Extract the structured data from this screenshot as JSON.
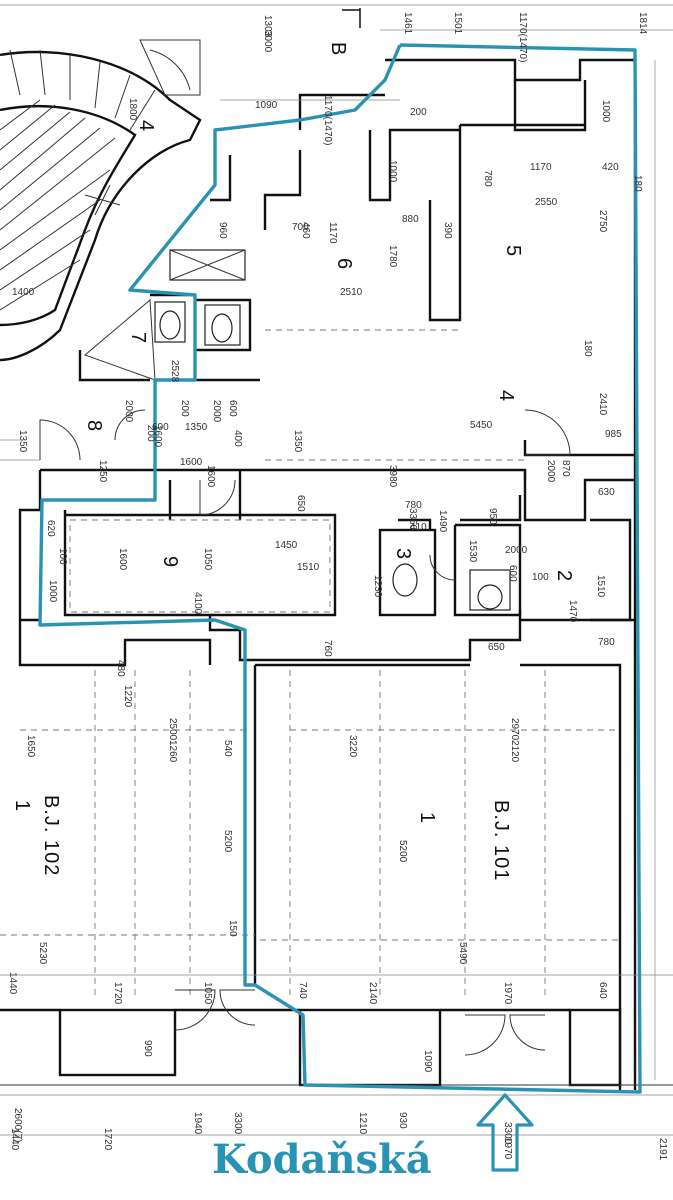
{
  "street_name": "Kodaňská",
  "section_marker": "B",
  "room_numbers": {
    "r1": "1",
    "r2": "2",
    "r3": "3",
    "r4": "4",
    "r5": "5",
    "r6": "6",
    "r7": "7",
    "r8": "8",
    "r9": "9",
    "r1_left": "1",
    "stair_4": "4"
  },
  "units": {
    "left": "B.J. 102",
    "right": "B.J. 101"
  },
  "dimensions": [
    "1814",
    "1170(1470)",
    "1501",
    "1461",
    "1000",
    "1170(1470)",
    "200",
    "1090",
    "3000",
    "1303",
    "180",
    "1000",
    "420",
    "1170",
    "780",
    "2550",
    "2750",
    "390",
    "880",
    "1170",
    "460",
    "700",
    "960",
    "1780",
    "2510",
    "180",
    "2410",
    "5450",
    "985",
    "3980",
    "870",
    "2000",
    "1350",
    "1350",
    "1600",
    "1350",
    "1600",
    "400",
    "200",
    "600",
    "2000",
    "2000",
    "200",
    "600",
    "2528",
    "1400",
    "1600",
    "1800",
    "650",
    "630",
    "1490",
    "780",
    "3350",
    "950",
    "410",
    "2000",
    "600",
    "1510",
    "1470",
    "100",
    "1530",
    "1230",
    "1050",
    "1450",
    "1510",
    "4100",
    "760",
    "1600",
    "620",
    "100",
    "1000",
    "480",
    "1220",
    "650",
    "780",
    "2500",
    "1260",
    "1650",
    "540",
    "3220",
    "2970",
    "2120",
    "5200",
    "5200",
    "150",
    "5230",
    "5490",
    "1440",
    "1720",
    "1050",
    "740",
    "2140",
    "1970",
    "640",
    "990",
    "1090",
    "1720",
    "1940",
    "3300",
    "1210",
    "930",
    "1970",
    "3300",
    "2191",
    "2600(7)",
    "1440",
    "1250"
  ]
}
